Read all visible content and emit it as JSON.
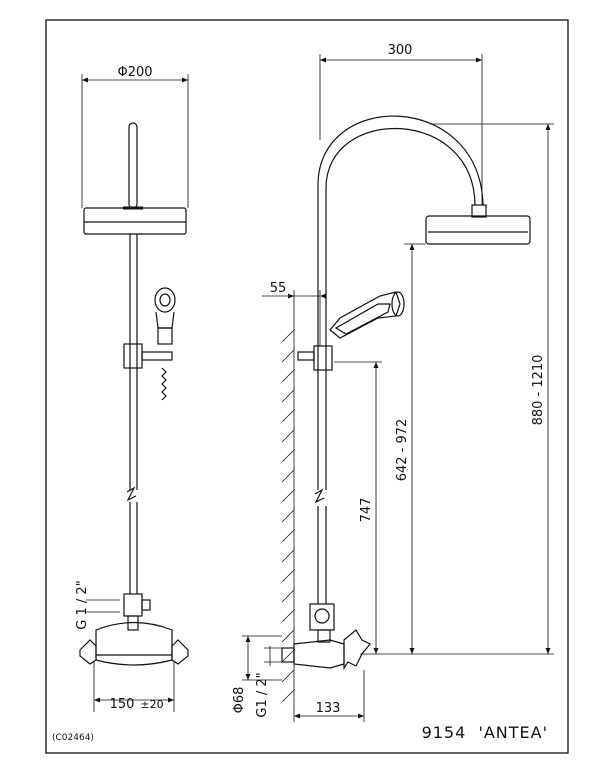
{
  "drawing": {
    "code": "(C02464)",
    "title": "9154  'ANTEA'"
  },
  "dimensions": {
    "head_diameter": "Φ200",
    "arm_reach": "300",
    "wall_offset": "55",
    "total_height": "880 - 1210",
    "bar_range": "642 - 972",
    "bar_height": "747",
    "thread_left": "G  1 / 2\"",
    "centers": "150",
    "centers_tol": "±20",
    "depth": "133",
    "flange_diameter": "Φ68",
    "thread_right": "G1 / 2\""
  }
}
